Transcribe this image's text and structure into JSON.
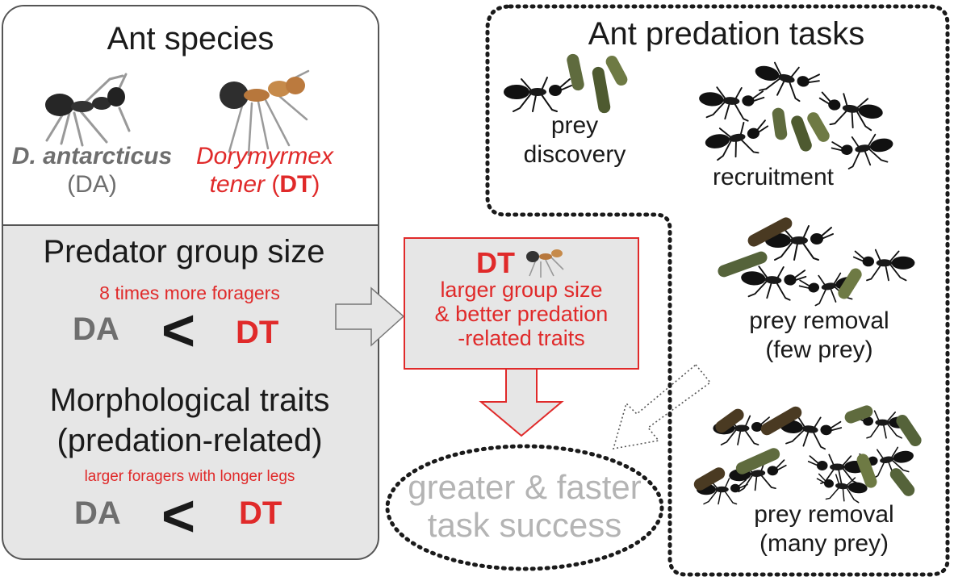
{
  "species_panel": {
    "title": "Ant species",
    "da_name": "D. antarcticus",
    "da_abbr": "(DA)",
    "dt_name_line1": "Dorymyrmex",
    "dt_name_line2": "tener",
    "dt_abbr_open": " (",
    "dt_abbr": "DT",
    "dt_abbr_close": ")"
  },
  "group_size": {
    "title": "Predator group size",
    "note": "8 times more foragers",
    "left": "DA",
    "symbol": "<",
    "right": "DT"
  },
  "morphology": {
    "title_line1": "Morphological traits",
    "title_line2": "(predation-related)",
    "note": "larger foragers with longer legs",
    "left": "DA",
    "symbol": "<",
    "right": "DT"
  },
  "summary_box": {
    "head": "DT",
    "line1": "larger group size",
    "line2": "& better predation",
    "line3": "-related traits"
  },
  "outcome": {
    "line1": "greater & faster",
    "line2": "task success"
  },
  "tasks_panel": {
    "title": "Ant predation tasks",
    "discovery_line1": "prey",
    "discovery_line2": "discovery",
    "recruitment": "recruitment",
    "removal_few_line1": "prey removal",
    "removal_few_line2": "(few prey)",
    "removal_many_line1": "prey removal",
    "removal_many_line2": "(many prey)"
  },
  "colors": {
    "red": "#e02a2a",
    "gray_text": "#6e6e6e",
    "panel_gray": "#e6e6e6",
    "outcome_gray": "#b4b4b4"
  }
}
